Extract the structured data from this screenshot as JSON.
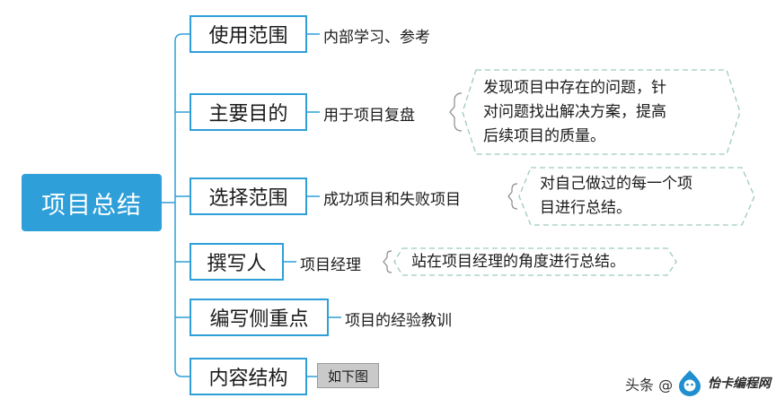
{
  "root": {
    "label": "项目总结"
  },
  "branches": [
    {
      "label": "使用范围",
      "detail": "内部学习、参考"
    },
    {
      "label": "主要目的",
      "detail": "用于项目复盘",
      "note": [
        "发现项目中存在的问题，针",
        "对问题找出解决方案，提高",
        "后续项目的质量。"
      ]
    },
    {
      "label": "选择范围",
      "detail": "成功项目和失败项目",
      "note": [
        "对自己做过的每一个项",
        "目进行总结。"
      ]
    },
    {
      "label": "撰写人",
      "detail": "项目经理",
      "note": [
        "站在项目经理的角度进行总结。"
      ]
    },
    {
      "label": "编写侧重点",
      "detail": "项目的经验教训"
    },
    {
      "label": "内容结构",
      "tag": "如下图"
    }
  ],
  "watermark": {
    "text": "头条 @",
    "logo_text": "怡卡编程网"
  },
  "colors": {
    "accent": "#2e9fd8",
    "note_border": "#9ec9c0",
    "tag_bg": "#c9c9c9"
  }
}
